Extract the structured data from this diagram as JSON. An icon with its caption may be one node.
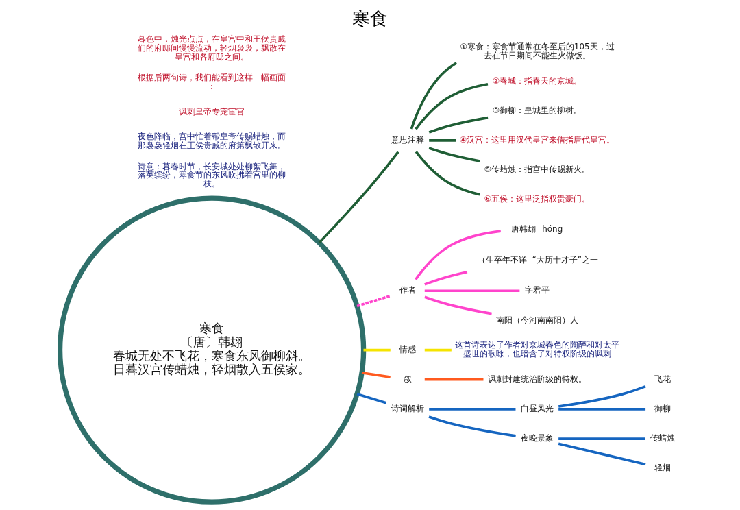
{
  "diagram": {
    "title": "寒食",
    "nodes": [
      {
        "text": [
          "寒食",
          "〔唐〕韩翃",
          "春城无处不飞花，寒食东风御柳斜。日暮汉宫传蜡烛，轻烟散入五侯家。"
        ]
      },
      {
        "text": [
          "意思注释"
        ]
      },
      {
        "text": [
          "①寒食：寒食节通常在冬至后的105天，过去在节日期间不能生火做饭。"
        ]
      },
      {
        "text": [
          "②春城：指春天的京城。"
        ]
      },
      {
        "text": [
          "③御柳：皇城里的柳树。"
        ]
      },
      {
        "text": [
          "④汉宫：这里用汉代皇宫来借指唐代皇宫。"
        ]
      },
      {
        "text": [
          "⑤传蜡烛：指宫中传赐新火。"
        ]
      },
      {
        "text": [
          "⑥五侯：这里泛指权贵豪门。"
        ]
      },
      {
        "text": [
          "作者"
        ]
      },
      {
        "text": [
          "唐韩翃"
        ],
        "beside": [
          "hóng"
        ]
      },
      {
        "text": [
          "（生卒年不详"
        ],
        "beside": [
          "“大历十才子”之一"
        ]
      },
      {
        "text": [
          "字君平"
        ]
      },
      {
        "text": [
          "南阳（今河南南阳）人"
        ]
      },
      {
        "text": [
          "情感"
        ]
      },
      {
        "text": [
          "这首诗表达了作者对京城春色的陶醉和对太平盛世的歌咏，也暗含了对特权阶级的讽刺"
        ]
      },
      {
        "text": [
          "叙"
        ]
      },
      {
        "text": [
          "讽刺封建统治阶级的特权。"
        ]
      },
      {
        "text": [
          "诗词解析"
        ]
      },
      {
        "text": [
          "白昼风光"
        ]
      },
      {
        "text": [
          "飞花"
        ]
      },
      {
        "text": [
          "御柳"
        ]
      },
      {
        "text": [
          "夜晚景象"
        ]
      },
      {
        "text": [
          "传蜡烛"
        ]
      },
      {
        "text": [
          "轻烟"
        ]
      }
    ],
    "edges": [
      {
        "from": 0,
        "to": 1,
        "arrow": "none",
        "color": "#1f5e35"
      },
      {
        "from": 1,
        "to": 2,
        "arrow": "none",
        "color": "#1f5e35"
      },
      {
        "from": 1,
        "to": 3,
        "arrow": "none",
        "color": "#1f5e35"
      },
      {
        "from": 1,
        "to": 4,
        "arrow": "none",
        "color": "#1f5e35"
      },
      {
        "from": 1,
        "to": 5,
        "arrow": "none",
        "color": "#1f5e35"
      },
      {
        "from": 1,
        "to": 6,
        "arrow": "none",
        "color": "#1f5e35"
      },
      {
        "from": 1,
        "to": 7,
        "arrow": "none",
        "color": "#1f5e35"
      },
      {
        "from": 0,
        "to": 8,
        "arrow": "none",
        "style": "dashed",
        "color": "#ff44cc"
      },
      {
        "from": 8,
        "to": 9,
        "arrow": "none",
        "color": "#ff44cc"
      },
      {
        "from": 8,
        "to": 10,
        "arrow": "none",
        "color": "#ff44cc"
      },
      {
        "from": 8,
        "to": 11,
        "arrow": "none",
        "color": "#ff44cc"
      },
      {
        "from": 8,
        "to": 12,
        "arrow": "none",
        "color": "#ff44cc"
      },
      {
        "from": 0,
        "to": 13,
        "arrow": "none",
        "color": "#f5e400"
      },
      {
        "from": 13,
        "to": 14,
        "arrow": "none",
        "color": "#f5e400"
      },
      {
        "from": 0,
        "to": 15,
        "arrow": "none",
        "color": "#ff5a1f"
      },
      {
        "from": 15,
        "to": 16,
        "arrow": "none",
        "color": "#ff5a1f"
      },
      {
        "from": 0,
        "to": 17,
        "arrow": "none",
        "color": "#1565c0"
      },
      {
        "from": 17,
        "to": 18,
        "arrow": "none",
        "color": "#1565c0"
      },
      {
        "from": 18,
        "to": 19,
        "arrow": "none",
        "color": "#1565c0"
      },
      {
        "from": 18,
        "to": 20,
        "arrow": "none",
        "color": "#1565c0"
      },
      {
        "from": 17,
        "to": 21,
        "arrow": "none",
        "color": "#1565c0"
      },
      {
        "from": 21,
        "to": 22,
        "arrow": "none",
        "color": "#1565c0"
      },
      {
        "from": 21,
        "to": 23,
        "arrow": "none",
        "color": "#1565c0"
      }
    ],
    "labels": [
      "诗意：暮春时节，长安城处处柳絮飞舞，落英缤纷，寒食节的东风吹拂着宫里的柳枝。",
      "夜色降临，宫中忙着帮皇帝传赐蜡烛，而那袅袅轻烟在王侯贵戚的府第飘散开来。",
      "讽刺皇帝专宠宦官",
      "根据后两句诗，我们能看到这样一幅画面：",
      "暮色中，烛光点点，在皇宫中和王侯贵戚们的府邸间慢慢流动，轻烟袅袅，飘散在皇宫和各府邸之间。"
    ]
  }
}
